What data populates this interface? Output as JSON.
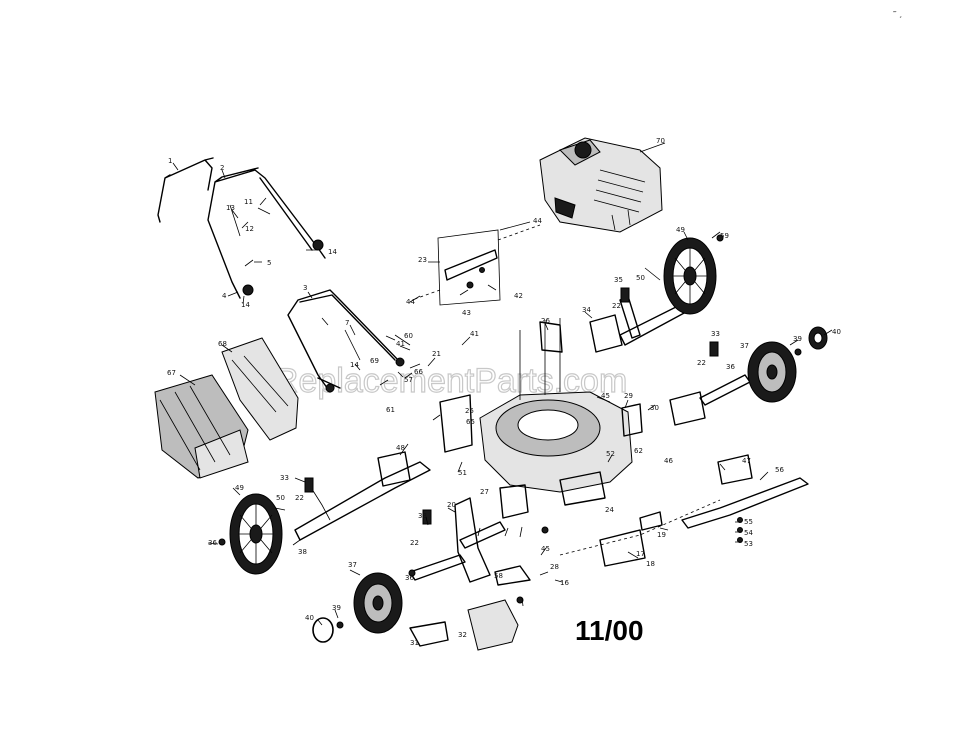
{
  "date_code": "11/00",
  "watermark": "eReplacementParts.com",
  "corner_marks": "‴  ¸",
  "callouts": {
    "c1": "1",
    "c2": "2",
    "c3": "3",
    "c4": "4",
    "c5": "5",
    "c7": "7",
    "c11": "11",
    "c12": "12",
    "c13": "13",
    "c14a": "14",
    "c14b": "14",
    "c14c": "14",
    "c16": "16",
    "c17": "17",
    "c18": "18",
    "c19": "19",
    "c20": "20",
    "c21": "21",
    "c22a": "22",
    "c22b": "22",
    "c22c": "22",
    "c22d": "22",
    "c23": "23",
    "c24": "24",
    "c25": "25",
    "c26": "26",
    "c27": "27",
    "c28": "28",
    "c29": "29",
    "c30": "30",
    "c31": "31",
    "c32": "32",
    "c33a": "33",
    "c33b": "33",
    "c33c": "33",
    "c34": "34",
    "c35": "35",
    "c36a": "36",
    "c36b": "36",
    "c36c": "36",
    "c37a": "37",
    "c37b": "37",
    "c38": "38",
    "c39a": "39",
    "c39b": "39",
    "c40a": "40",
    "c40b": "40",
    "c41a": "41",
    "c41b": "41",
    "c42": "42",
    "c43": "43",
    "c44a": "44",
    "c44b": "44",
    "c45a": "45",
    "c45b": "45",
    "c46": "46",
    "c47": "47",
    "c48": "48",
    "c49a": "49",
    "c49b": "49",
    "c50a": "50",
    "c50b": "50",
    "c51": "51",
    "c52": "52",
    "c53": "53",
    "c54": "54",
    "c55": "55",
    "c56": "56",
    "c57": "57",
    "c58": "58",
    "c59": "59",
    "c60": "60",
    "c61": "61",
    "c62": "62",
    "c65": "65",
    "c66": "66",
    "c67": "67",
    "c68": "68",
    "c69": "69",
    "c70": "70"
  }
}
